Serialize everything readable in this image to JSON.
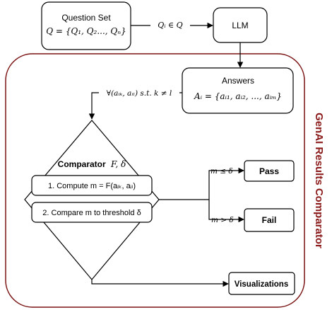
{
  "question_set": {
    "title": "Question Set",
    "formula": "Q = {Q₁, Q₂..., Qₙ}"
  },
  "edge_qi": "Qᵢ ∈ Q",
  "llm": {
    "label": "LLM"
  },
  "answers": {
    "title": "Answers",
    "formula": "Aᵢ = {aᵢ₁, aᵢ₂, ..., aᵢₘ}"
  },
  "forall_label": "∀(aᵢₖ, aᵢₗ) s.t.  k ≠ l",
  "group_label": "GenAI Results Comparator",
  "comparator": {
    "title": "Comparator",
    "title_math": "F, δ",
    "step1": "1. Compute  m = F(aᵢₖ, aᵢₗ)",
    "step2": "2. Compare m to threshold δ"
  },
  "cond_pass": "m ≤ δ",
  "cond_fail": "m > δ",
  "pass": {
    "label": "Pass"
  },
  "fail": {
    "label": "Fail"
  },
  "visualizations": {
    "label": "Visualizations"
  },
  "colors": {
    "group_border": "#7a1212",
    "group_text": "#8b1a1a",
    "stroke": "#000000"
  }
}
